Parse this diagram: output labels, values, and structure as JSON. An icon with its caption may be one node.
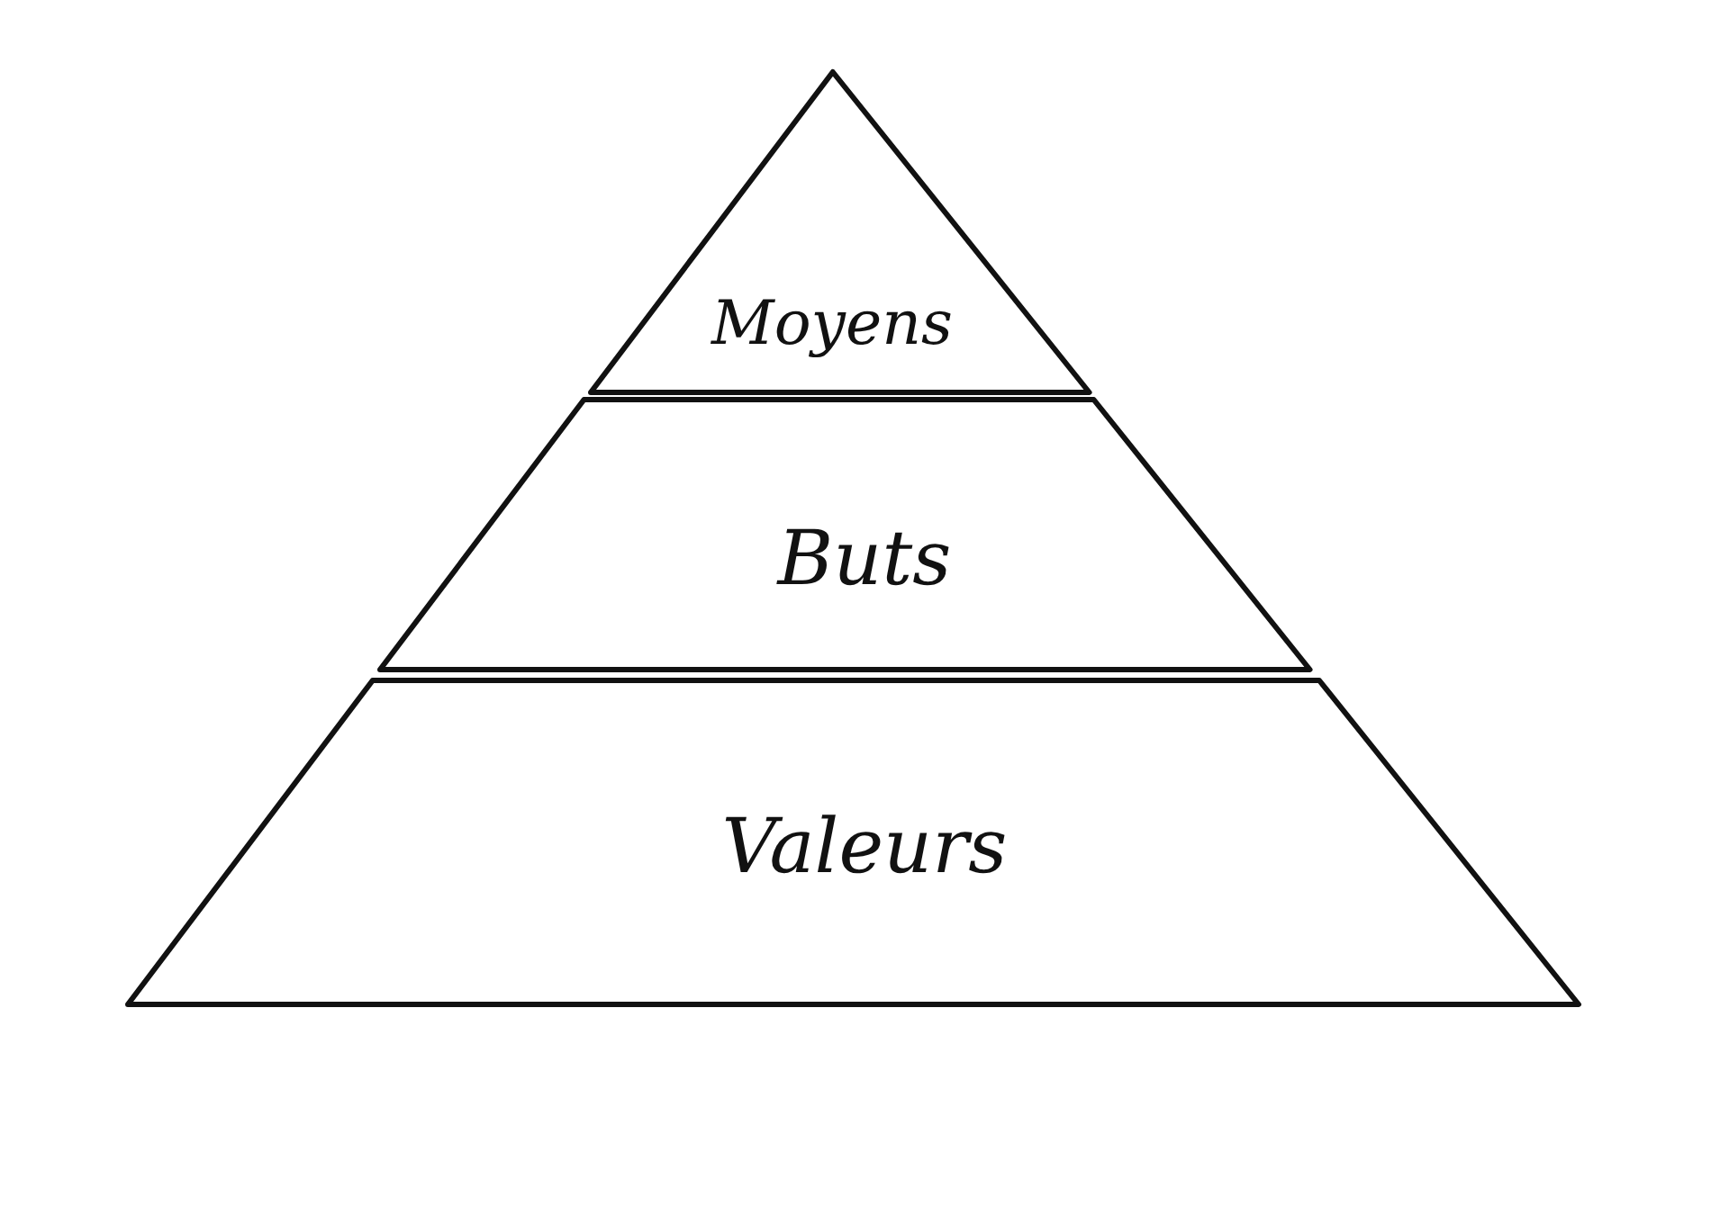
{
  "diagram": {
    "nodes": [
      {
        "text": [
          "Moyens"
        ]
      },
      {
        "text": [
          "Buts"
        ]
      },
      {
        "text": [
          "Valeurs"
        ]
      }
    ]
  }
}
